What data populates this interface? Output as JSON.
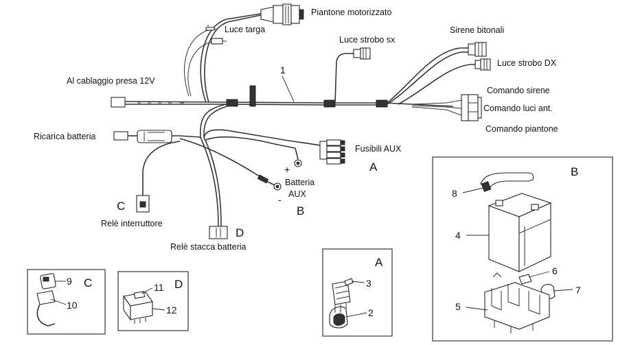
{
  "labels": {
    "pintone_motorizzato": "Piantone motorizzato",
    "luce_targa": "Luce targa",
    "luce_strobo_sx": "Luce strobo sx",
    "sirene_bitonali": "Sirene bitonali",
    "luce_strobo_dx": "Luce strobo DX",
    "comando_sirene": "Comando sirene",
    "comando_luci_ant": "Comando luci ant.",
    "comando_piantone": "Comando piantone",
    "al_cablaggio": "Al cablaggio presa 12V",
    "ricarica_batteria": "Ricarica batteria",
    "fusibili_aux": "Fusibili AUX",
    "batteria_aux_line1": "Batteria",
    "batteria_aux_line2": "AUX",
    "plus": "+",
    "minus": "-",
    "rele_interruttore": "Relè interruttore",
    "rele_stacca_batteria": "Relè stacca batteria",
    "harness_number": "1"
  },
  "letters": {
    "a_main": "A",
    "b_main": "B",
    "c_main": "C",
    "d_main": "D",
    "box_a": "A",
    "box_b": "B",
    "box_c": "C",
    "box_d": "D"
  },
  "callouts": {
    "n2": "2",
    "n3": "3",
    "n4": "4",
    "n5": "5",
    "n6": "6",
    "n7": "7",
    "n8": "8",
    "n9": "9",
    "n10": "10",
    "n11": "11",
    "n12": "12"
  }
}
